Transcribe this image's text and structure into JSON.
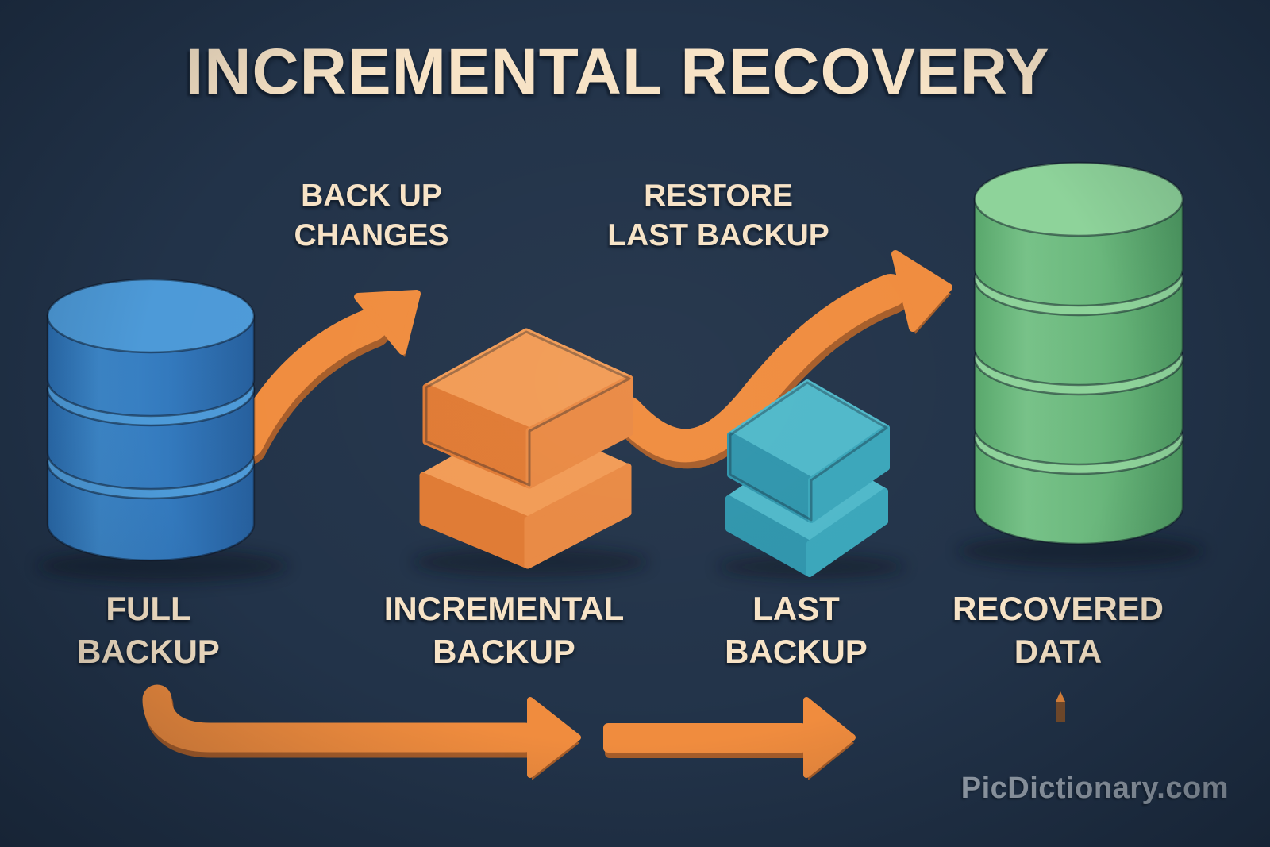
{
  "title": "INCREMENTAL RECOVERY",
  "steps": {
    "back_up_changes": "BACK UP\nCHANGES",
    "restore_last_backup": "RESTORE\nLAST BACKUP"
  },
  "items": {
    "full_backup": "FULL\nBACKUP",
    "incremental_backup": "INCREMENTAL\nBACKUP",
    "last_backup": "LAST\nBACKUP",
    "recovered_data": "RECOVERED\nDATA"
  },
  "watermark": "PicDictionary.com",
  "colors": {
    "background": "#223349",
    "text": "#F7E3C6",
    "watermark_text": "#A9B2BD",
    "arrow_orange": "#F08C3E",
    "arrow_orange_dark": "#BE6524",
    "blue_top": "#4D9AD8",
    "blue_side": "#2E77BD",
    "green_top": "#8ED39A",
    "green_side": "#68B57A",
    "orange_top": "#F29B55",
    "orange_left": "#E07A33",
    "orange_right": "#E98943",
    "teal_top": "#4FB8C9",
    "teal_left": "#2F95AC",
    "teal_right": "#3AA6BA"
  }
}
